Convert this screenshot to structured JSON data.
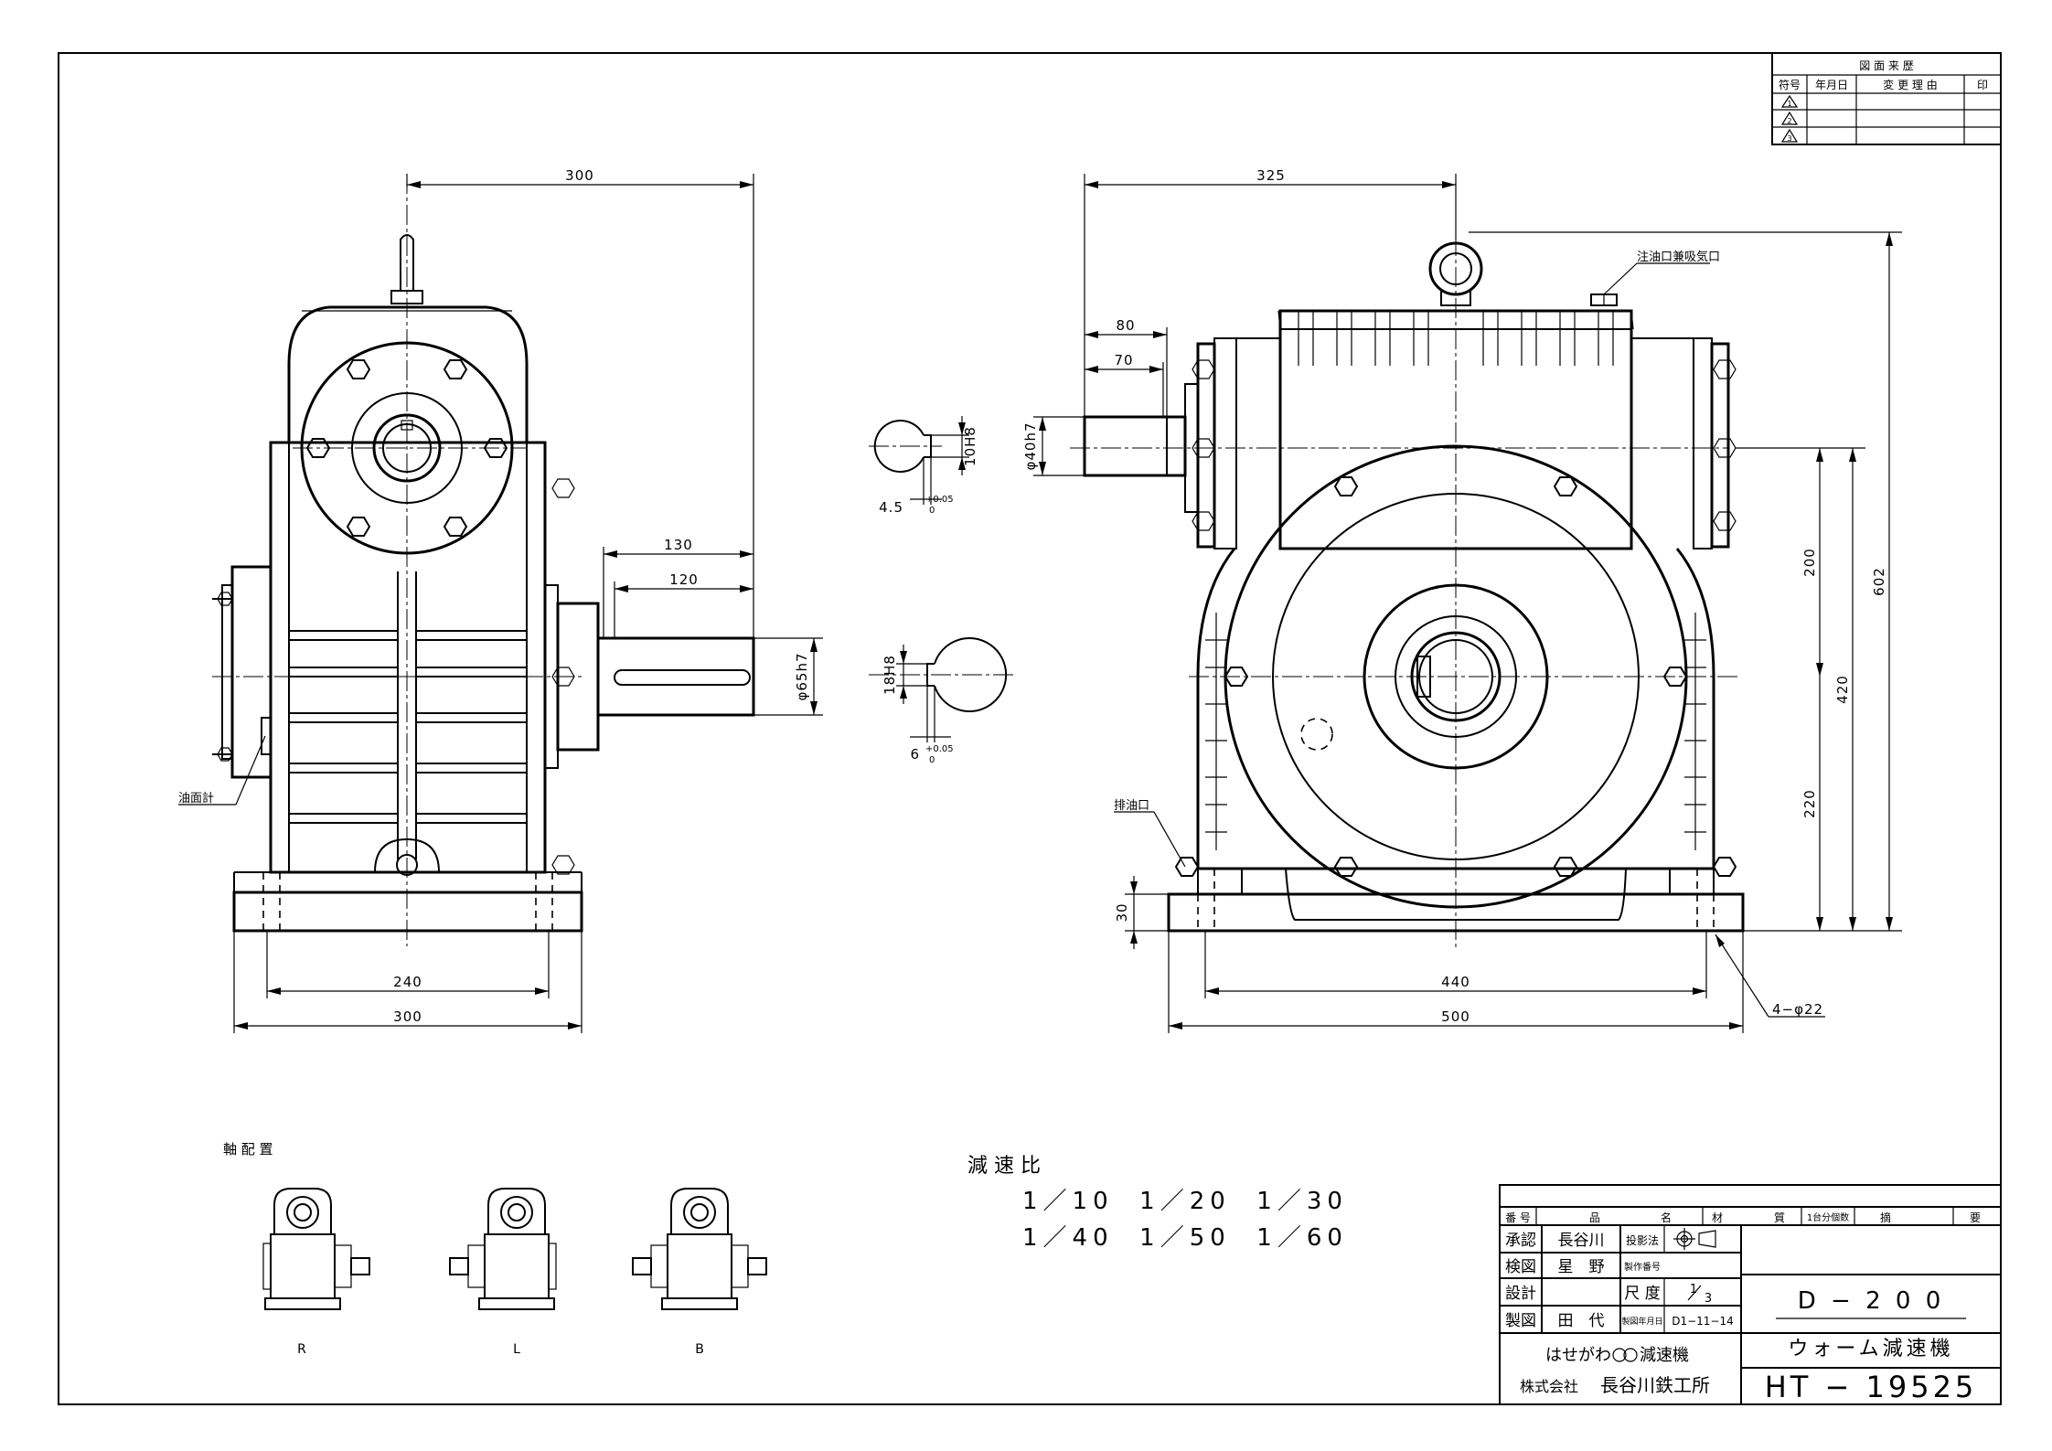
{
  "revision_table": {
    "title": "図 面 来 歴",
    "headers": [
      "符号",
      "年月日",
      "変 更 理 由",
      "印"
    ],
    "symbols": [
      "1",
      "2",
      "3"
    ]
  },
  "front_view": {
    "dims": {
      "top_width": "300",
      "shaft_130": "130",
      "shaft_120": "120",
      "shaft_dia": "φ65h7",
      "base_240": "240",
      "base_300": "300"
    },
    "oil_gauge": "油面計"
  },
  "key_details": {
    "input": {
      "width": "10H8",
      "depth": "4.5",
      "tol": "+0.05",
      "tol_low": "0"
    },
    "output": {
      "width": "18H8",
      "depth": "6",
      "tol": "+0.05",
      "tol_low": "0"
    }
  },
  "side_view": {
    "dims": {
      "top_325": "325",
      "d80": "80",
      "d70": "70",
      "shaft_dia": "φ40h7",
      "h200": "200",
      "h220": "220",
      "h420": "420",
      "h602": "602",
      "h30": "30",
      "w440": "440",
      "w500": "500",
      "holes": "4−φ22"
    },
    "oil_inlet": "注油口兼吸気口",
    "oil_drain": "排油口"
  },
  "shaft_arrangement": {
    "title": "軸 配 置",
    "labels": [
      "R",
      "L",
      "B"
    ]
  },
  "reduction_ratio": {
    "title": "減 速 比",
    "row1": "1／10  1／20  1／30",
    "row2": "1／40  1／50  1／60"
  },
  "title_block": {
    "header": {
      "no": "番 号",
      "name": "品",
      "name2": "名",
      "material": "材",
      "material2": "質",
      "qty": "1台分個数",
      "remarks": "摘",
      "remarks2": "要"
    },
    "approve_label": "承認",
    "approve_name": "長谷川",
    "projection_label": "投影法",
    "check_label": "検図",
    "check_name": "星　野",
    "mfg_no_label": "製作番号",
    "design_label": "設計",
    "scale_label": "尺 度",
    "scale_num": "1",
    "scale_den": "3",
    "draw_label": "製図",
    "draw_name": "田　代",
    "date_label": "製図年月日",
    "date_value": "D1−11−14",
    "model": "D − 2 0 0",
    "product": "ウォーム減速機",
    "company_brand": "はせがわ",
    "company_line1": "減速機",
    "company_line2_prefix": "株式会社",
    "company_line2": "長谷川鉄工所",
    "drawing_no": "HT − 19525"
  }
}
